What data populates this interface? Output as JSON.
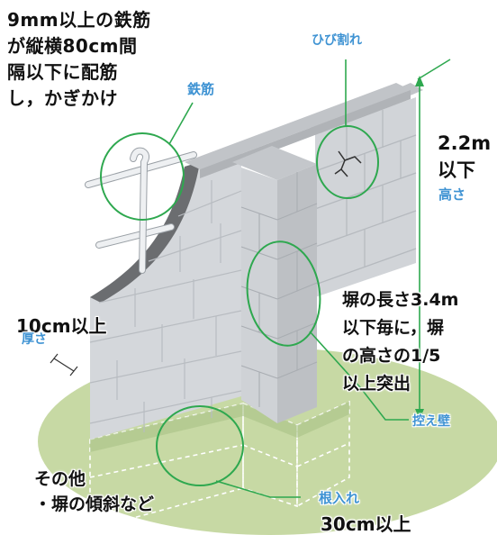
{
  "rebar_requirement": "9mm以上の鉄筋\nが縦横80cm間\n隔以下に配筋\nし，かぎかけ",
  "rebar_label": "鉄筋",
  "crack_label": "ひび割れ",
  "height_value": "2.2m\n以下",
  "height_label": "高さ",
  "thickness_value": "10cm以上",
  "thickness_label": "厚さ",
  "buttress_requirement": "塀の長さ3.4m\n以下毎に，塀\nの高さの1/5\n以上突出",
  "buttress_label": "控え壁",
  "other_items": "その他\n・塀の傾斜など",
  "embed_label": "根入れ",
  "embed_value": "30cm以上",
  "colors": {
    "ground": "#c7d9a4",
    "wall_front": "#d4d7db",
    "wall_top": "#c1c4c8",
    "mortar": "#b8bcc1",
    "callout_line": "#2ea84f",
    "label_blue": "#3f93d3"
  }
}
